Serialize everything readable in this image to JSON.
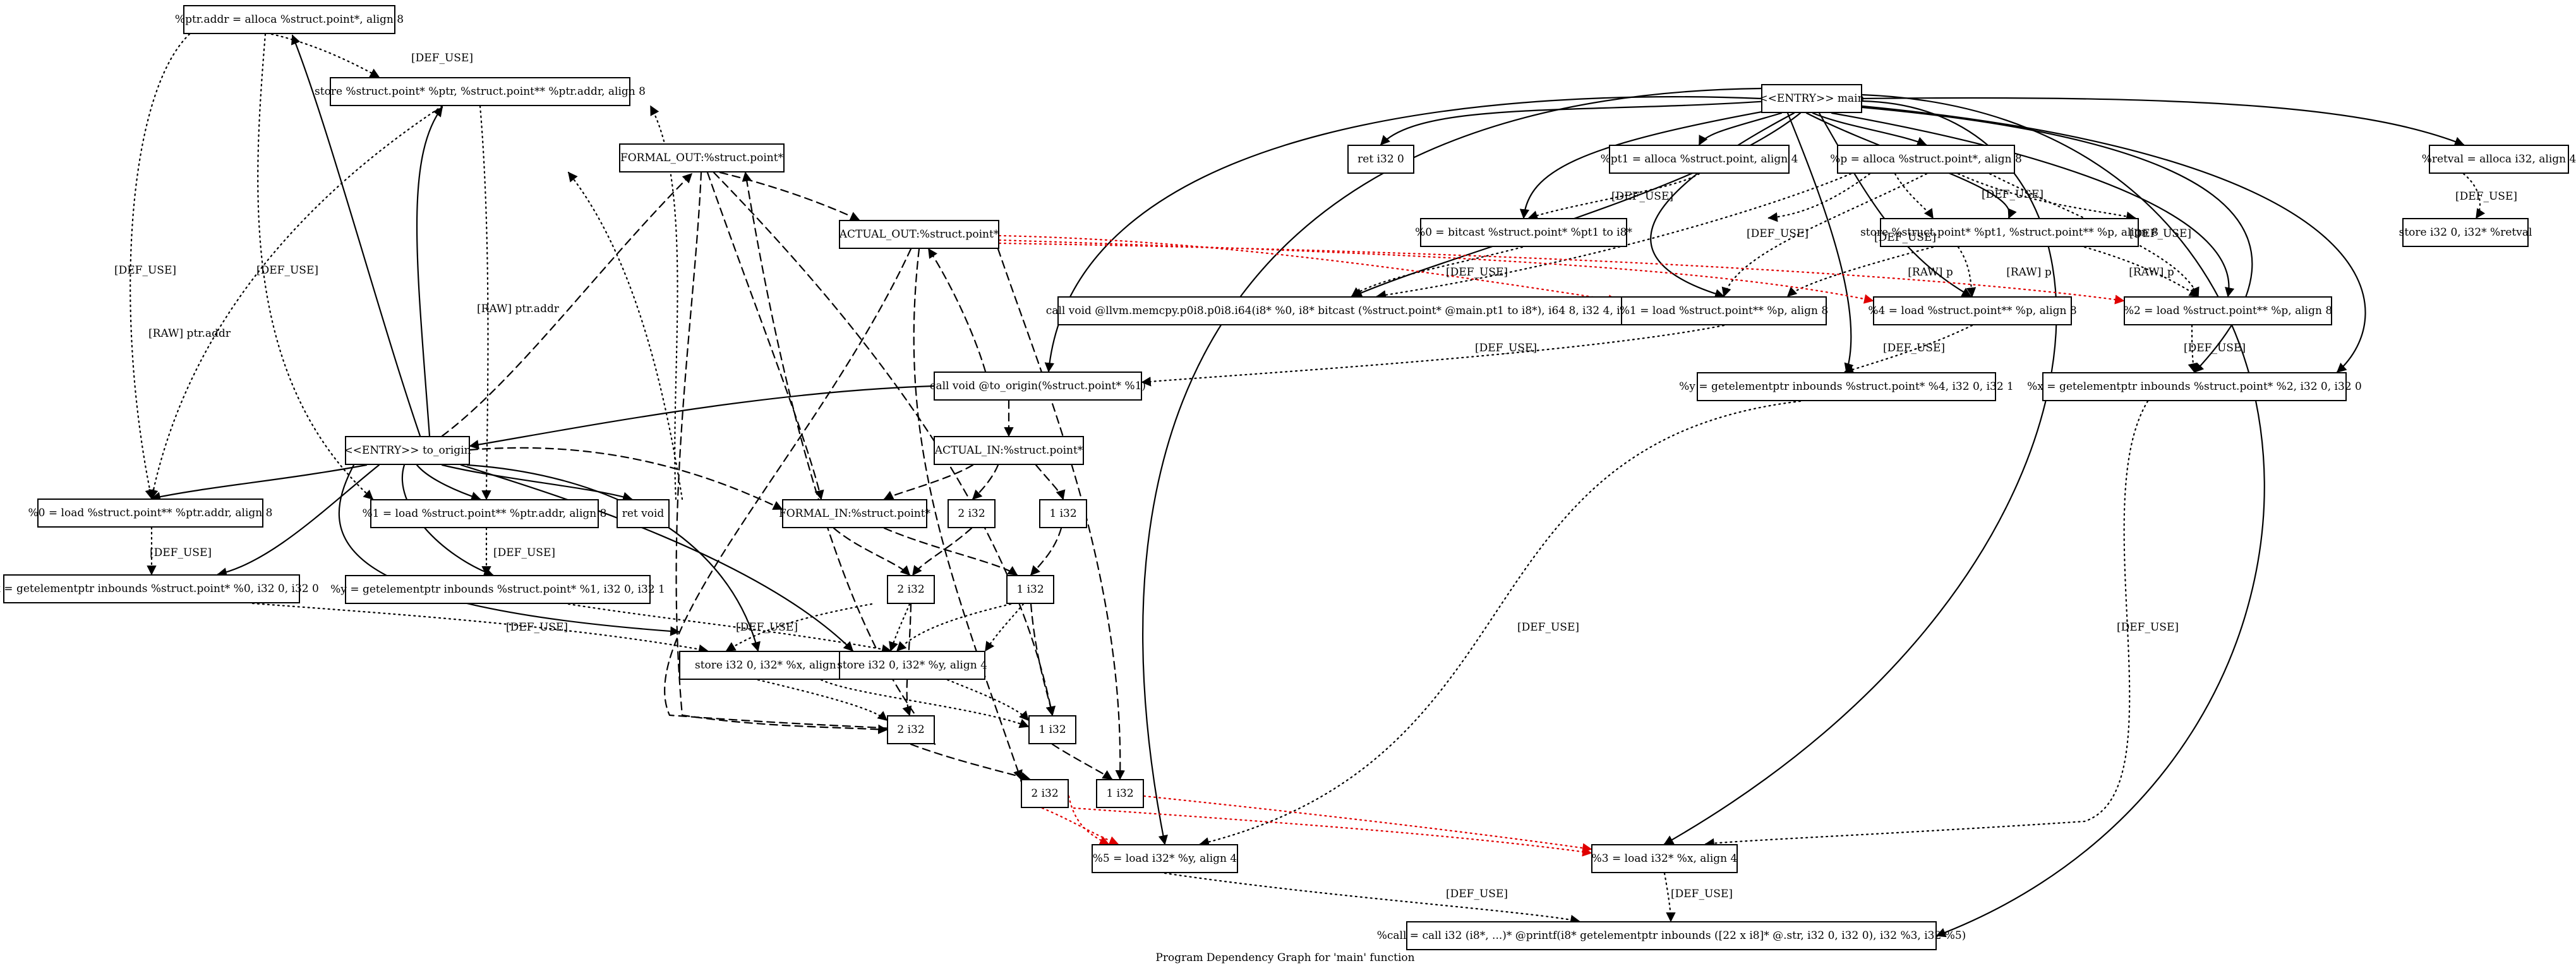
{
  "title": "Program Dependency Graph for 'main' function",
  "colors": {
    "control": "#000000",
    "data": "#000000",
    "param_out": "#e00000",
    "background": "#ffffff"
  },
  "nodes": {
    "ptr_addr": "%ptr.addr = alloca %struct.point*, align 8",
    "store_ptr": "store %struct.point* %ptr, %struct.point** %ptr.addr, align 8",
    "formal_out": "FORMAL_OUT:%struct.point*",
    "actual_out": "ACTUAL_OUT:%struct.point*",
    "entry_main": "<<ENTRY>> main",
    "ret_i32": "ret i32 0",
    "pt1": "%pt1 = alloca %struct.point, align 4",
    "p_alloca": "%p = alloca %struct.point*, align 8",
    "retval": "%retval = alloca i32, align 4",
    "bitcast": "%0 = bitcast %struct.point* %pt1 to i8*",
    "store_pt1": "store %struct.point* %pt1, %struct.point** %p, align 8",
    "store_retval": "store i32 0, i32* %retval",
    "memcpy": "call void @llvm.memcpy.p0i8.p0i8.i64(i8* %0, i8* bitcast (%struct.point* @main.pt1 to i8*), i64 8, i32 4, i1 false)",
    "load1": "%1 = load %struct.point** %p, align 8",
    "load4": "%4 = load %struct.point** %p, align 8",
    "load2": "%2 = load %struct.point** %p, align 8",
    "call_to_origin": "call void @to_origin(%struct.point* %1)",
    "gep_y_main": "%y = getelementptr inbounds %struct.point* %4, i32 0, i32 1",
    "gep_x_main": "%x = getelementptr inbounds %struct.point* %2, i32 0, i32 0",
    "entry_to_origin": "<<ENTRY>> to_origin",
    "actual_in": "ACTUAL_IN:%struct.point*",
    "formal_in": "FORMAL_IN:%struct.point*",
    "ai_2i32": "2 i32",
    "ai_1i32": "1 i32",
    "load0_ptraddr": "%0 = load %struct.point** %ptr.addr, align 8",
    "load1_ptraddr": "%1 = load %struct.point** %ptr.addr, align 8",
    "ret_void": "ret void",
    "fi_2i32": "2 i32",
    "fi_1i32": "1 i32",
    "gep_x_to": "%x = getelementptr inbounds %struct.point* %0, i32 0, i32 0",
    "gep_y_to": "%y = getelementptr inbounds %struct.point* %1, i32 0, i32 1",
    "store_x": "store i32 0, i32* %x, align 4",
    "store_y": "store i32 0, i32* %y, align 4",
    "fo_2i32": "2 i32",
    "fo_1i32": "1 i32",
    "ao_2i32": "2 i32",
    "ao_1i32": "1 i32",
    "load5": "%5 = load i32* %y, align 4",
    "load3": "%3 = load i32* %x, align 4",
    "call_printf": "%call = call i32 (i8*, ...)* @printf(i8* getelementptr inbounds ([22 x i8]* @.str, i32 0, i32 0), i32 %3, i32 %5)"
  },
  "edge_labels": {
    "def_use": "[DEF_USE]",
    "raw_ptr_addr": "[RAW] ptr.addr",
    "raw_p": "[RAW] p"
  }
}
